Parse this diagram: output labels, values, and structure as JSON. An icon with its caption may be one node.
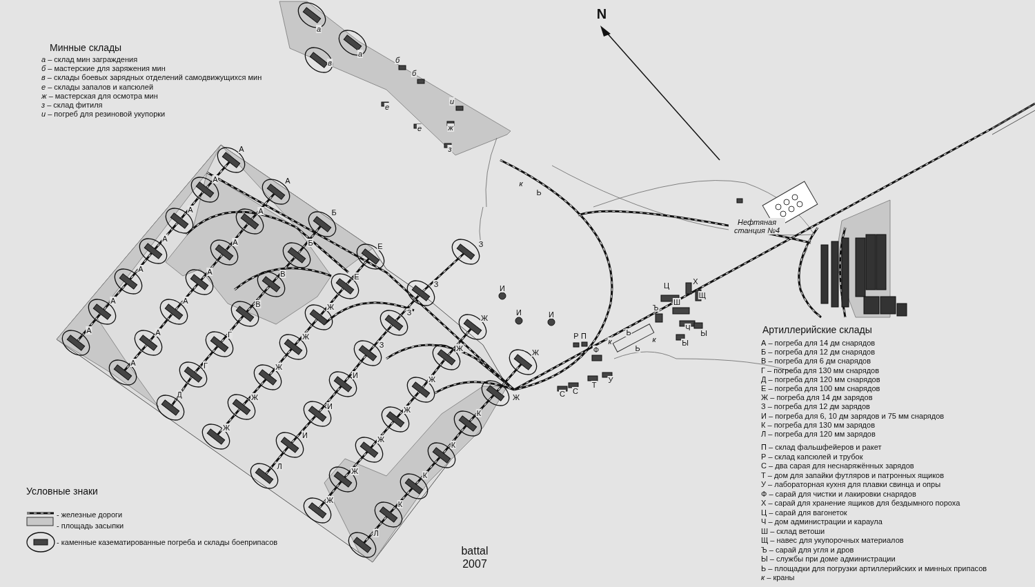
{
  "diagram": {
    "labels": [
      "N",
      "Минные склады",
      "*а* – склад мин заграждения",
      "*б* – мастерские для заряжения мин",
      "*в* – склады боевых зарядных отделений самодвижущихся мин",
      "*е* – склады запалов и капсюлей",
      "*ж* – мастерская для осмотра мин",
      "*з* – склад фитиля",
      "*и* – погреб для резиновой укупорки",
      "а",
      "а",
      "в",
      "б",
      "б",
      "и",
      "е",
      "е",
      "ж",
      "з",
      "к",
      "Ь",
      "Нефтяная станция №4",
      "А",
      "А",
      "А",
      "А",
      "А",
      "Б",
      "А",
      "А",
      "Б",
      "Е",
      "З",
      "А",
      "А",
      "В",
      "Е",
      "З",
      "И",
      "А",
      "А",
      "В",
      "Ж",
      "З",
      "И",
      "И",
      "Ж",
      "А",
      "А",
      "Г",
      "Ж",
      "З",
      "Ж",
      "Ж",
      "А",
      "Г",
      "Ж",
      "И",
      "Ж",
      "Д",
      "Ж",
      "Ж",
      "И",
      "Ж",
      "К",
      "Ж",
      "И",
      "Ж",
      "К",
      "Л",
      "Ж",
      "К",
      "Ж",
      "К",
      "Л",
      "Ц",
      "Х",
      "Щ",
      "Ш",
      "Ъ",
      "Ч",
      "Ы",
      "Р",
      "П",
      "Ь",
      "к",
      "к",
      "Ы",
      "Ф",
      "Ь",
      "У",
      "Т",
      "С",
      "С",
      "Артиллерийские склады",
      "А – погреба для 14 дм снарядов",
      "Б – погреба для 12 дм снарядов",
      "В – погреба для 6 дм снарядов",
      "Г – погреба для 130 мм снарядов",
      "Д – погреба для 120 мм снарядов",
      "Е – погреба для 100 мм снарядов",
      "Ж – погреба для 14 дм зарядов",
      "З – погреба для 12 дм зарядов",
      "И – погреба для 6, 10 дм зарядов и 75 мм снарядов",
      "К – погреба для 130 мм зарядов",
      "Л – погреба для 120 мм зарядов",
      "П – склад фальшфейеров и ракет",
      "Р – склад капсюлей и трубок",
      "С – два сарая для неснаряжённых зарядов",
      "Т – дом для запайки футляров и патронных ящиков",
      "У – лабораторная кухня для плавки свинца и опры",
      "Ф – сарай для чистки и лакировки снарядов",
      "Х – сарай для хранение ящиков для бездымного пороха",
      "Ц – сарай для вагонеток",
      "Ч – дом администрации и караула",
      "Ш – склад ветоши",
      "Щ – навес для укупорочных материалов",
      "Ъ – сарай для угля и дров",
      "Ы – службы при доме администрации",
      "Ь – площадки для погрузки артиллерийских и минных припасов",
      "*к* – краны",
      "Условные знаки",
      "battal 2007"
    ],
    "legend": [
      {
        "text": "- железные дороги"
      },
      {
        "text": "- площадь засыпки",
        "color": "#c8c8c8"
      },
      {
        "text": "- каменные казематированные погреба и склады боеприпасов"
      }
    ]
  }
}
